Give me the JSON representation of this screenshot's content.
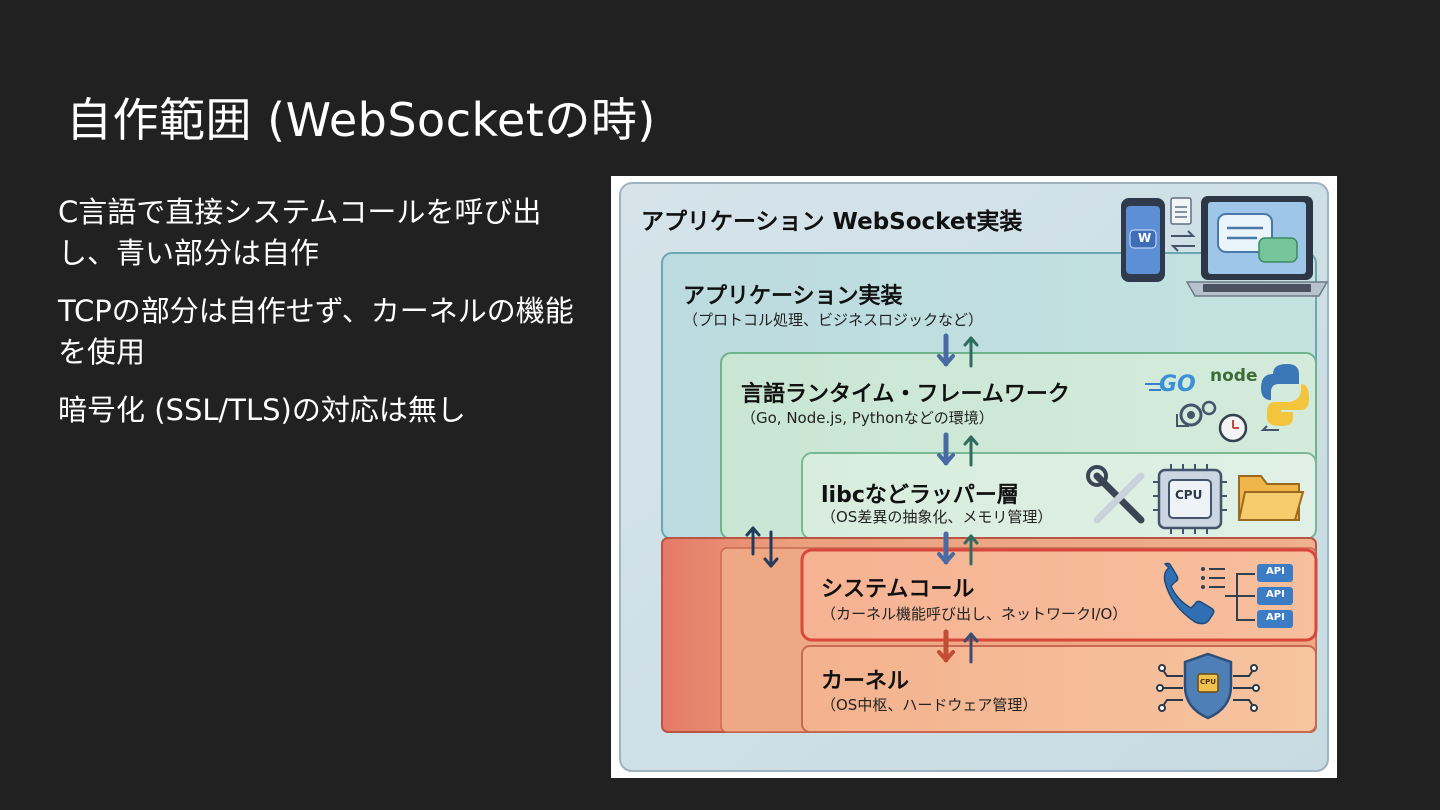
{
  "slide": {
    "title": "自作範囲 (WebSocketの時)",
    "bullets": [
      "C言語で直接システムコールを呼び出し、青い部分は自作",
      "TCPの部分は自作せず、カーネルの機能を使用",
      "暗号化 (SSL/TLS)の対応は無し"
    ]
  },
  "diagram": {
    "outer_title": "アプリケーション WebSocket実装",
    "layers": [
      {
        "title": "アプリケーション実装",
        "subtitle": "（プロトコル処理、ビジネスロジックなど）"
      },
      {
        "title": "言語ランタイム・フレームワーク",
        "subtitle": "（Go, Node.js, Pythonなどの環境）"
      },
      {
        "title": "libcなどラッパー層",
        "subtitle": "（OS差異の抽象化、メモリ管理）"
      },
      {
        "title": "システムコール",
        "subtitle": "（カーネル機能呼び出し、ネットワークI/O）"
      },
      {
        "title": "カーネル",
        "subtitle": "（OS中枢、ハードウェア管理）"
      }
    ],
    "icon_text": {
      "go": "GO",
      "node": "node",
      "cpu": "CPU",
      "api": "API",
      "app_badge": "W"
    },
    "colors": {
      "user_space": "#cfe3e6",
      "runtime": "#cfe8d6",
      "kernel_space": "#e9a58c",
      "syscall": "#f6b594",
      "accent_red": "#d9463b"
    }
  }
}
